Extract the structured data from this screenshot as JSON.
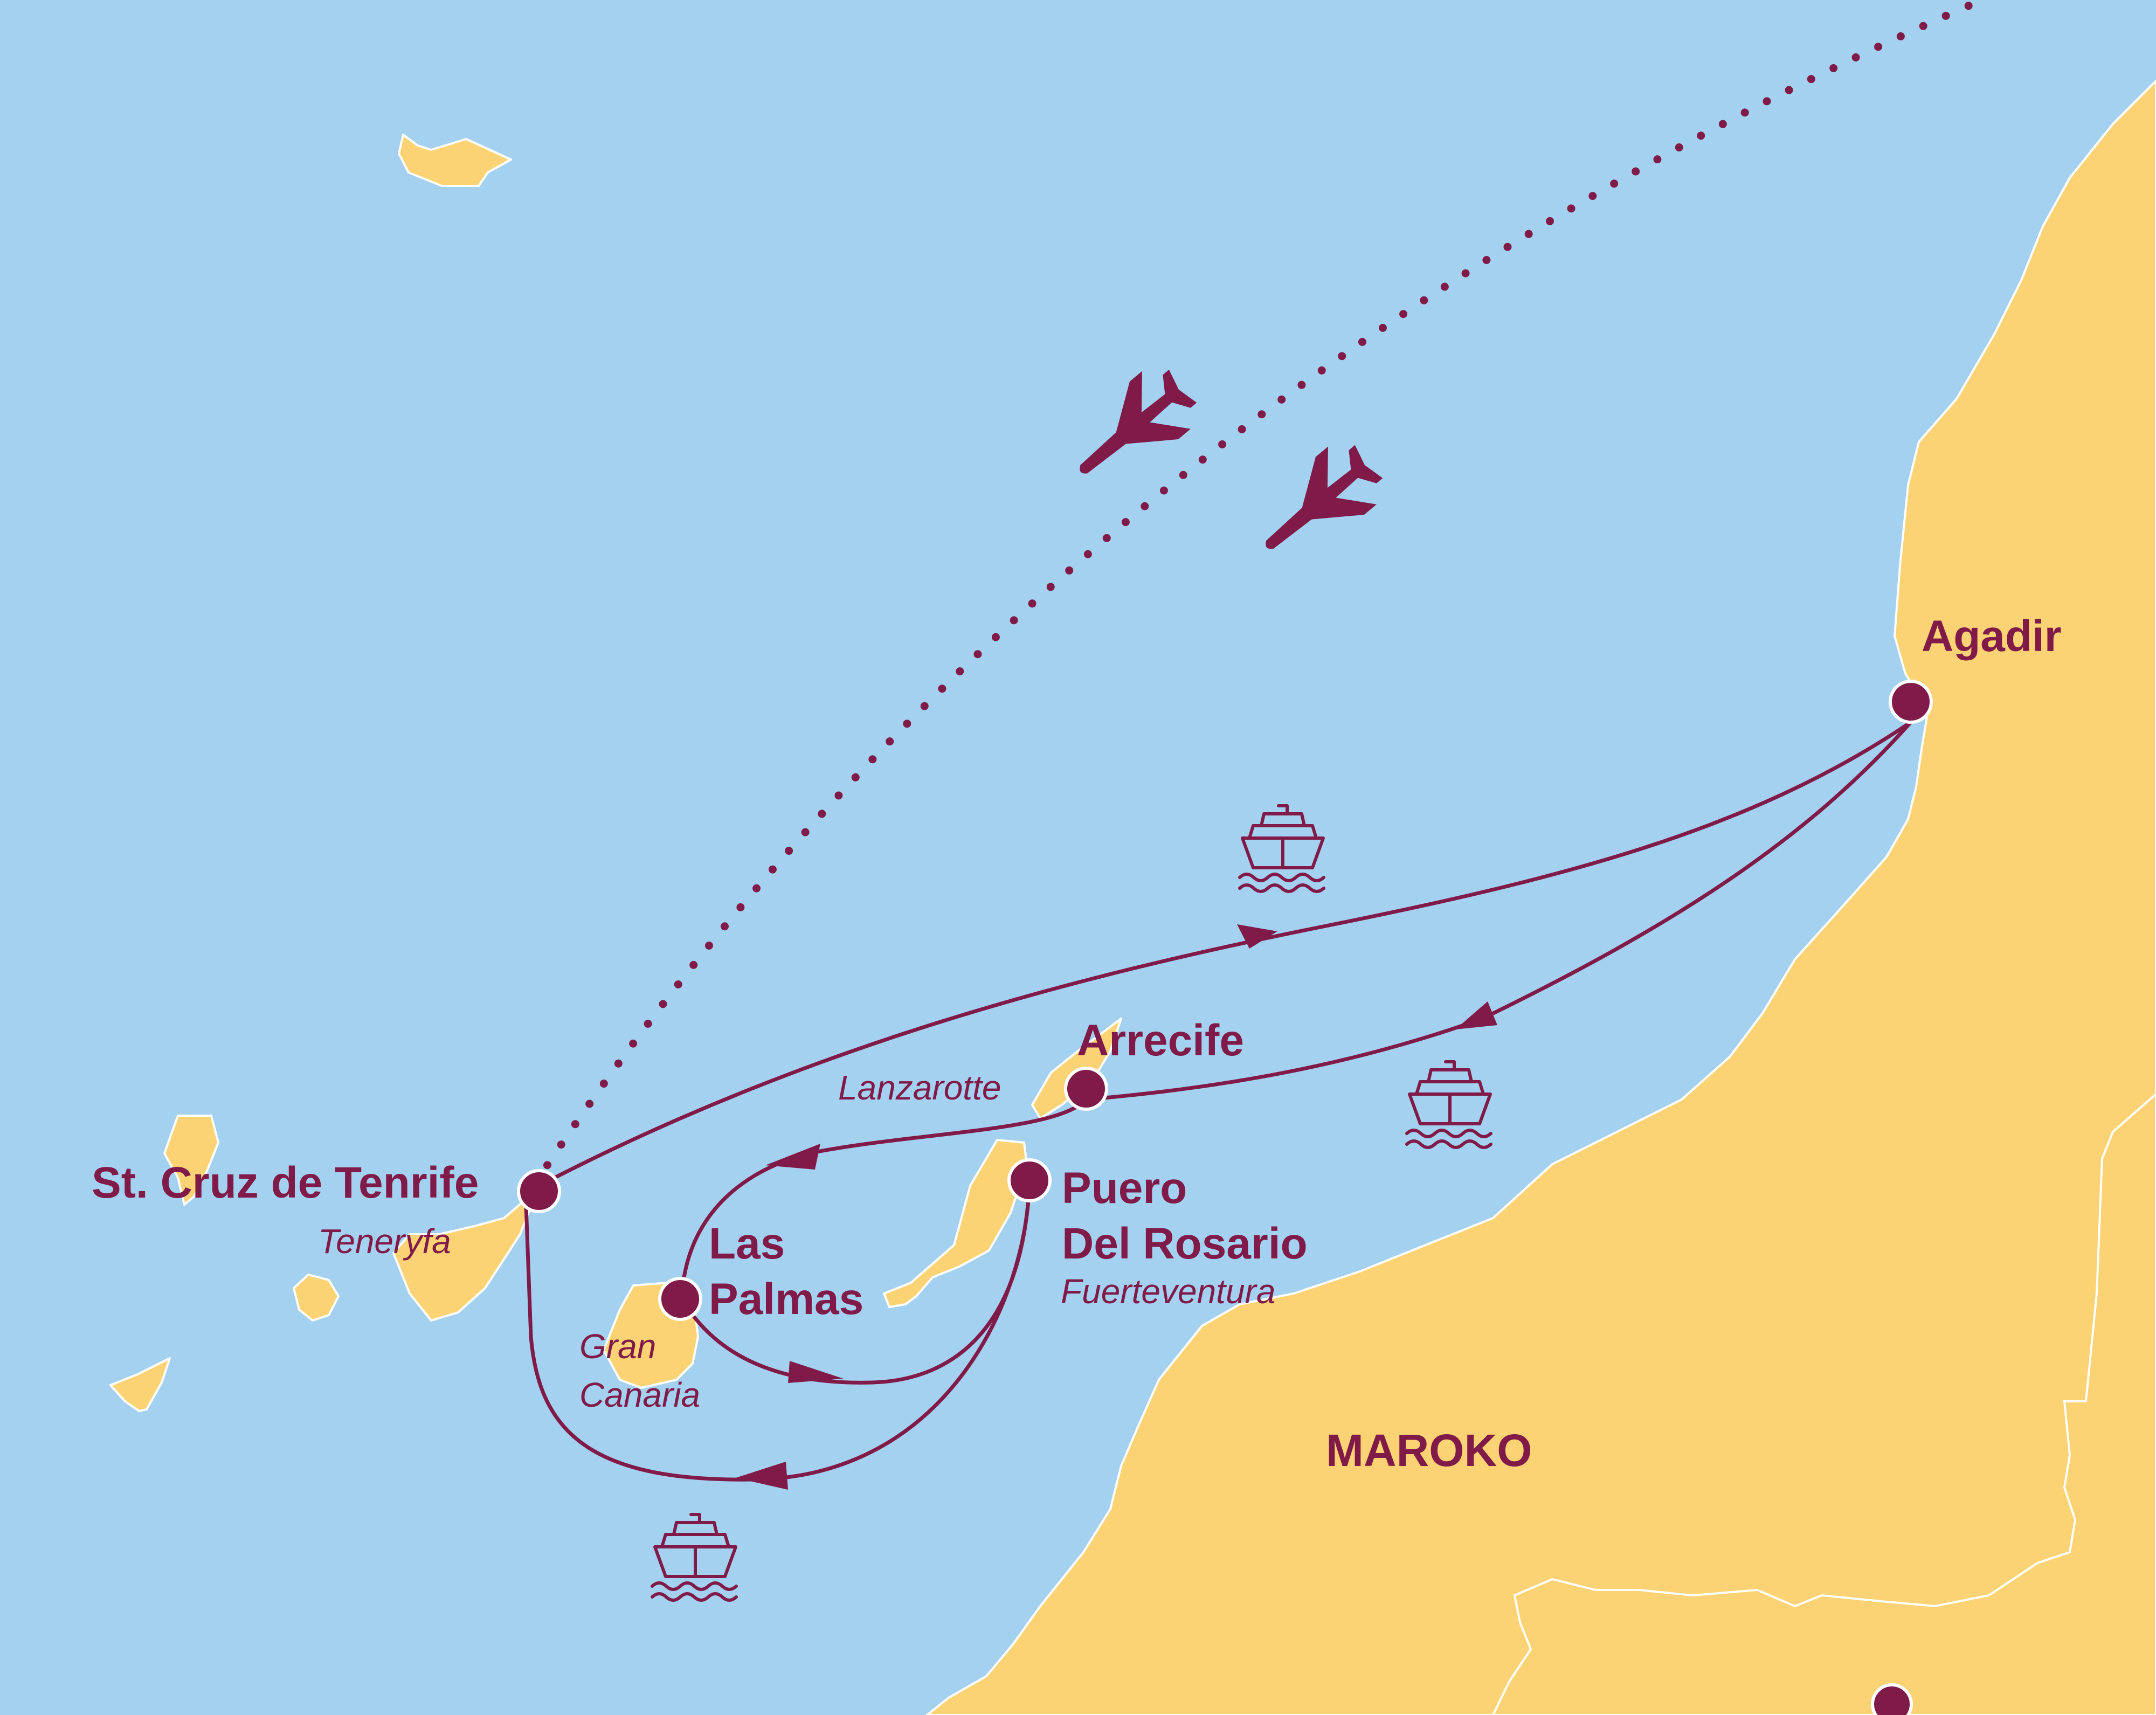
{
  "map": {
    "colors": {
      "sea": "#a5d1f0",
      "land": "#fcd374",
      "route": "#801a48",
      "outline": "#ffffff"
    },
    "country_label": "MAROKO",
    "ports": [
      {
        "name": "Agadir"
      },
      {
        "name": "Arrecife",
        "island": "Lanzarotte"
      },
      {
        "name": "St. Cruz de Tenrife",
        "island": "Teneryfa"
      },
      {
        "name_lines": [
          "Puero",
          "Del Rosario"
        ],
        "island": "Fuerteventura"
      },
      {
        "name_lines": [
          "Las",
          "Palmas"
        ],
        "island_lines": [
          "Gran",
          "Canaria"
        ]
      }
    ],
    "icons": [
      "airplane-icon",
      "airplane-icon",
      "ship-icon",
      "ship-icon",
      "ship-icon"
    ]
  }
}
